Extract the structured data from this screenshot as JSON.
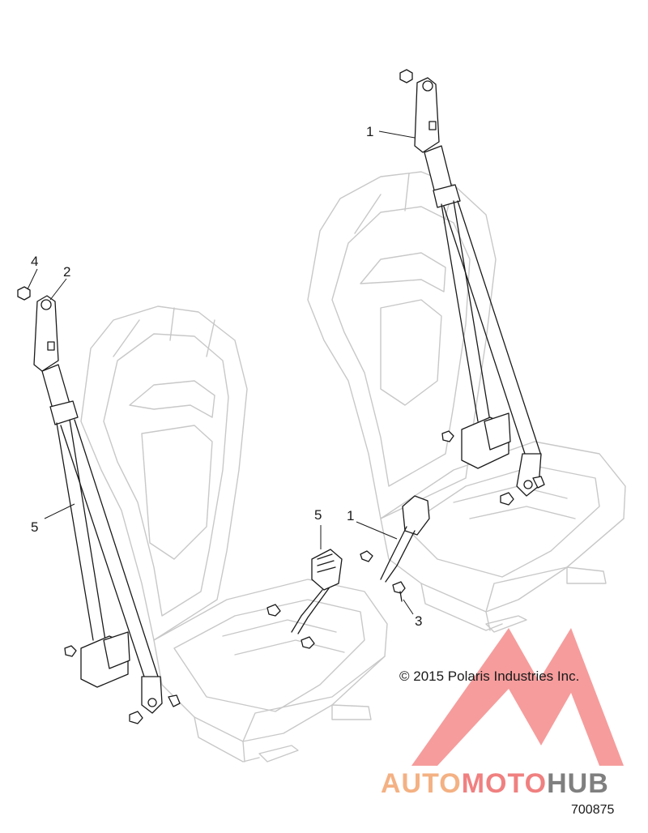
{
  "callouts": {
    "c1_top": "1",
    "c1_mid": "1",
    "c2": "2",
    "c3": "3",
    "c4": "4",
    "c5_left": "5",
    "c5_mid": "5"
  },
  "copyright": "© 2015 Polaris Industries Inc.",
  "part_number": "700875",
  "watermark": {
    "part1": "AUTO",
    "part2": "MOTO",
    "part3": "HUB",
    "color_auto": "#f4b183",
    "color_moto": "#f08080",
    "color_hub": "#7f7f7f"
  },
  "colors": {
    "seat_outline": "#c8c8c8",
    "line_art": "#1a1a1a",
    "watermark_red": "#f26d6d"
  }
}
